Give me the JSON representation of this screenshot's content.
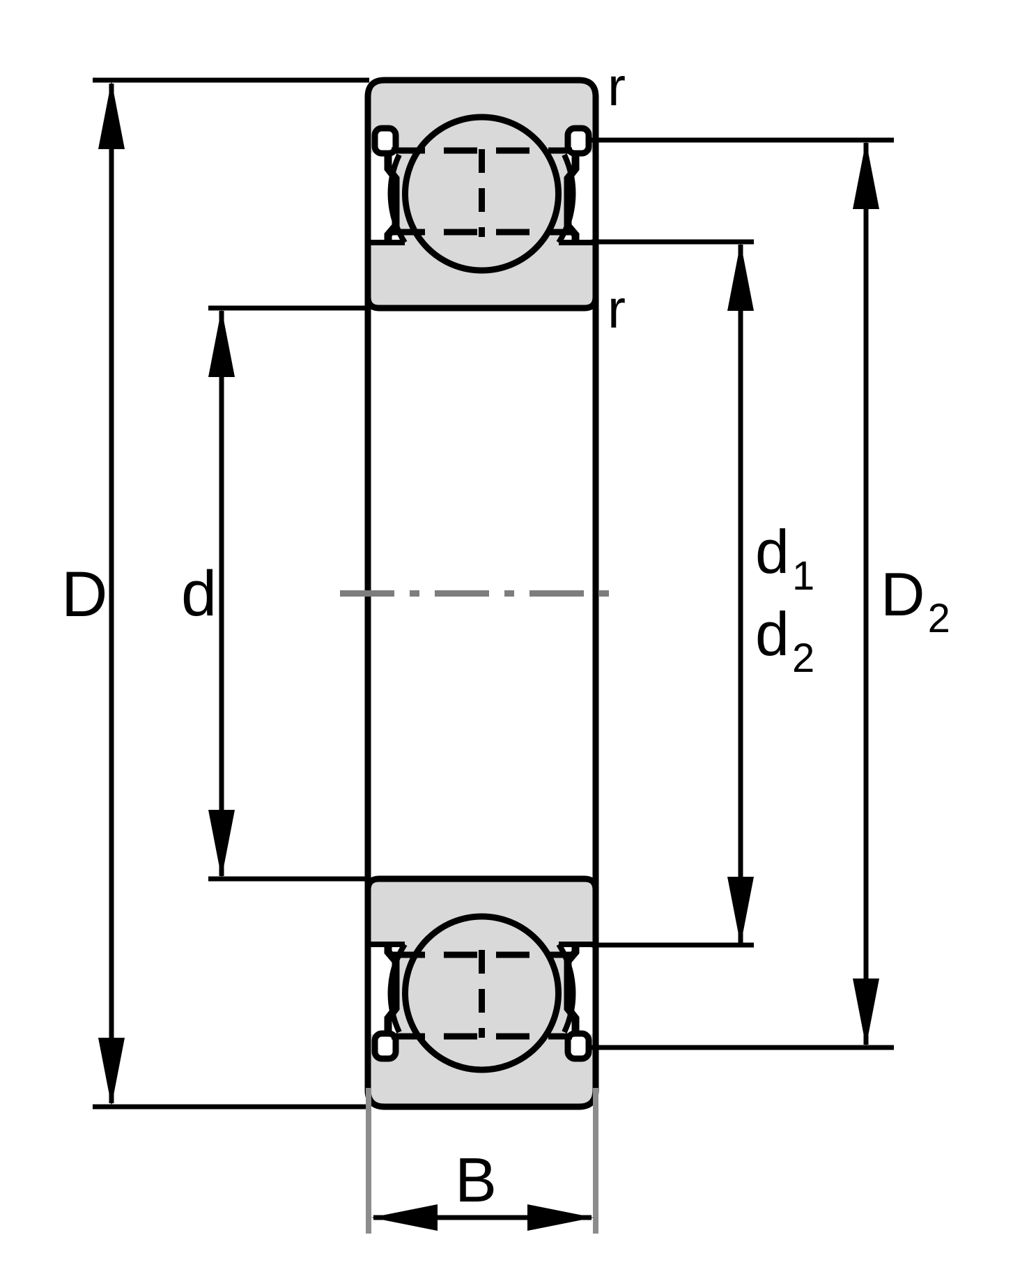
{
  "diagram": {
    "background": "#ffffff",
    "line_color": "#000000",
    "ring_fill": "#d9d9d9",
    "centerline_color": "#7d7d7d",
    "width_extension_color": "#8c8c8c",
    "labels": {
      "outside_diameter": {
        "main": "D",
        "sub": ""
      },
      "bore_diameter": {
        "main": "d",
        "sub": ""
      },
      "shoulder_diameter_d1": {
        "main": "d",
        "sub": "1"
      },
      "recess_diameter_d2": {
        "main": "d",
        "sub": "2"
      },
      "recess_diameter_D2": {
        "main": "D",
        "sub": "2"
      },
      "width": {
        "main": "B",
        "sub": ""
      },
      "chamfer_radius_top": "r",
      "chamfer_radius_bottom": "r"
    }
  }
}
